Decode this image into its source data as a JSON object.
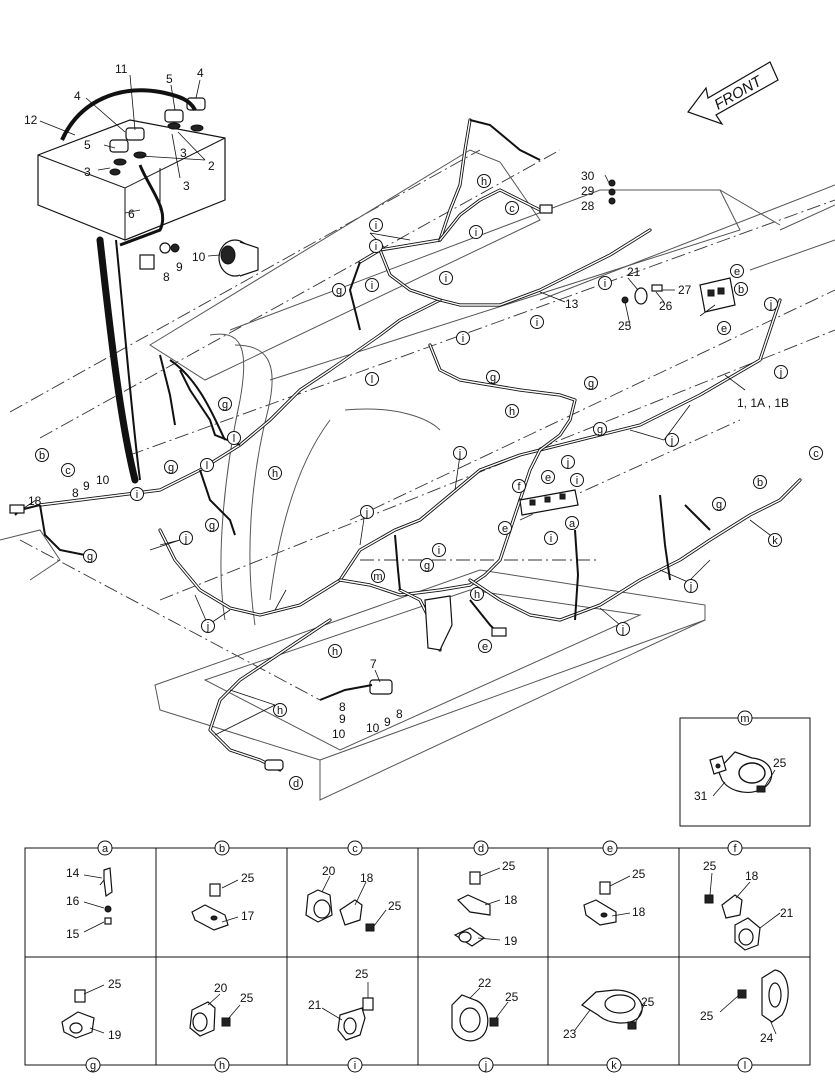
{
  "front_label": "FRONT",
  "callouts": {
    "c1": "11",
    "c2": "5",
    "c3": "4",
    "c4": "12",
    "c5": "4",
    "c6": "5",
    "c7": "3",
    "c8": "2",
    "c9": "3",
    "c10": "3",
    "c11": "6",
    "c12": "10",
    "c13": "9",
    "c14": "8",
    "c15": "30",
    "c16": "29",
    "c17": "28",
    "c18": "21",
    "c19": "27",
    "c20": "26",
    "c21": "25",
    "c22": "13",
    "c23": "1, 1A , 1B",
    "c24": "18",
    "c25": "8",
    "c26": "9",
    "c27": "10",
    "c28": "7",
    "c29": "8",
    "c30": "9",
    "c31": "10",
    "c32": "8",
    "c33": "9",
    "c34": "10"
  },
  "clamp_letters": {
    "l1": "h",
    "l2": "c",
    "l3": "i",
    "l4": "i",
    "l5": "i",
    "l6": "i",
    "l7": "i",
    "l8": "i",
    "l9": "g",
    "l10": "i",
    "l11": "i",
    "l12": "l",
    "l13": "e",
    "l14": "b",
    "l15": "e",
    "l16": "j",
    "l17": "j",
    "l18": "g",
    "l19": "g",
    "l20": "h",
    "l21": "g",
    "l22": "j",
    "l23": "g",
    "l24": "l",
    "l25": "h",
    "l26": "l",
    "l27": "g",
    "l28": "b",
    "l29": "c",
    "l30": "g",
    "l31": "i",
    "l32": "j",
    "l33": "g",
    "l34": "j",
    "l35": "j",
    "l36": "j",
    "l37": "i",
    "l38": "e",
    "l39": "f",
    "l40": "i",
    "l41": "e",
    "l42": "a",
    "l43": "i",
    "l44": "g",
    "l45": "b",
    "l46": "c",
    "l47": "k",
    "l48": "j",
    "l49": "m",
    "l50": "g",
    "l51": "h",
    "l52": "e",
    "l53": "j",
    "l54": "j",
    "l55": "h",
    "l56": "h",
    "l57": "d"
  },
  "detail_m": {
    "letter": "m",
    "part_numbers": {
      "p1": "31",
      "p2": "25"
    }
  },
  "detail_table": {
    "cells": [
      {
        "letter": "a",
        "parts": [
          "14",
          "16",
          "15"
        ]
      },
      {
        "letter": "b",
        "parts": [
          "25",
          "17"
        ]
      },
      {
        "letter": "c",
        "parts": [
          "20",
          "18",
          "25"
        ]
      },
      {
        "letter": "d",
        "parts": [
          "25",
          "18",
          "19"
        ]
      },
      {
        "letter": "e",
        "parts": [
          "25",
          "18"
        ]
      },
      {
        "letter": "f",
        "parts": [
          "25",
          "18",
          "21"
        ]
      },
      {
        "letter": "g",
        "parts": [
          "25",
          "19"
        ]
      },
      {
        "letter": "h",
        "parts": [
          "20",
          "25"
        ]
      },
      {
        "letter": "i",
        "parts": [
          "25",
          "21"
        ]
      },
      {
        "letter": "j",
        "parts": [
          "22",
          "25"
        ]
      },
      {
        "letter": "k",
        "parts": [
          "25",
          "23"
        ]
      },
      {
        "letter": "l",
        "parts": [
          "25",
          "24"
        ]
      }
    ]
  }
}
